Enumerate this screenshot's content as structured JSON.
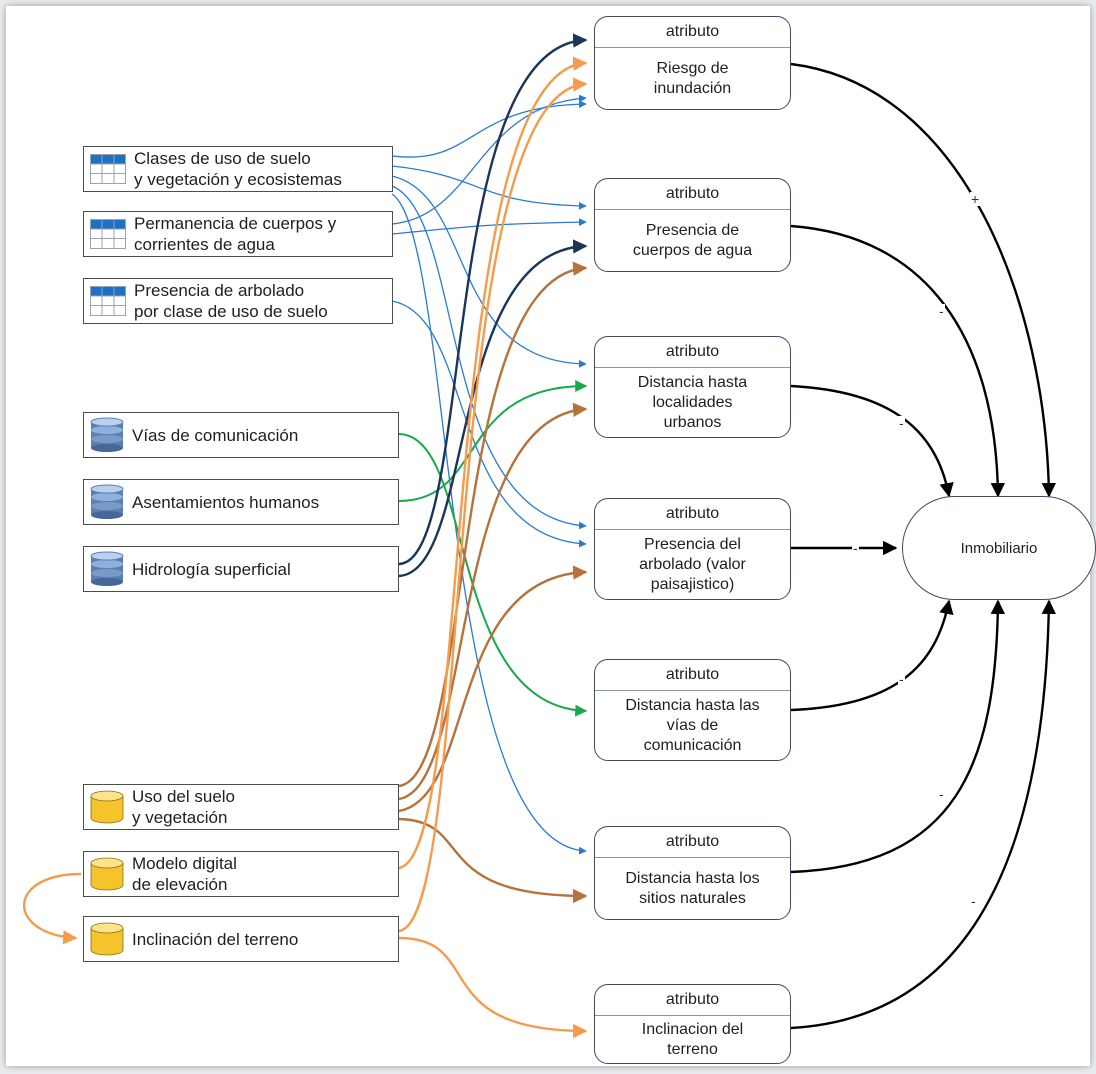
{
  "sources": {
    "uso_suelo_vegetacion_ecosistemas": "Clases de uso de suelo\ny vegetación y ecosistemas",
    "permanencia_cuerpos_agua": "Permanencia de cuerpos y\ncorrientes de agua",
    "presencia_arbolado_clase": "Presencia de arbolado\npor clase de uso de suelo",
    "vias_comunicacion": "Vías de comunicación",
    "asentamientos_humanos": "Asentamientos humanos",
    "hidrologia_superficial": "Hidrología superficial",
    "uso_suelo_vegetacion": "Uso del suelo\ny vegetación",
    "modelo_digital_elevacion": "Modelo digital\nde elevación",
    "inclinacion_terreno_src": "Inclinación del terreno"
  },
  "attributes": [
    {
      "header": "atributo",
      "label": "Riesgo de\ninundación",
      "sign": "+"
    },
    {
      "header": "atributo",
      "label": "Presencia de\ncuerpos de agua",
      "sign": "-"
    },
    {
      "header": "atributo",
      "label": "Distancia hasta\nlocalidades\nurbanos",
      "sign": "-"
    },
    {
      "header": "atributo",
      "label": "Presencia del\narbolado (valor\npaisajistico)",
      "sign": "-"
    },
    {
      "header": "atributo",
      "label": "Distancia hasta las\nvías de\ncomunicación",
      "sign": "-"
    },
    {
      "header": "atributo",
      "label": "Distancia hasta los\nsitios naturales",
      "sign": "-"
    },
    {
      "header": "atributo",
      "label": "Inclinacion del\nterreno",
      "sign": "-"
    }
  ],
  "target": "Inmobiliario",
  "colors": {
    "table_source": "#1f6fc5",
    "vector_source": "#5b7fb5",
    "raster_source": "#f5c42c",
    "link_table": "#2a7bd0",
    "link_green": "#19a84a",
    "link_navy": "#1b3558",
    "link_orange": "#f59b4c",
    "link_brown": "#b5723a",
    "link_black": "#000000"
  },
  "icons": {
    "table": "table-icon",
    "vector": "database-icon",
    "raster": "raster-layer-icon"
  }
}
